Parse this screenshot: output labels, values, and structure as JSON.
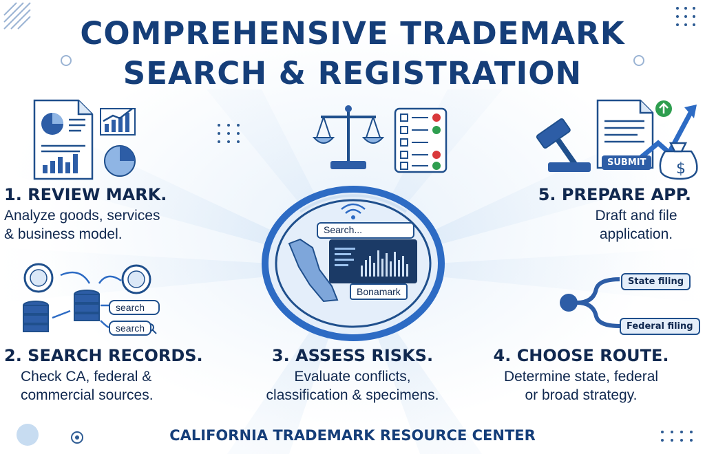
{
  "title": {
    "line1": "COMPREHENSIVE TRADEMARK",
    "line2": "SEARCH & REGISTRATION"
  },
  "steps": [
    {
      "heading": "1. REVIEW MARK.",
      "line1": "Analyze goods, services",
      "line2": "& business model."
    },
    {
      "heading": "2. SEARCH RECORDS.",
      "line1": "Check CA, federal &",
      "line2": "commercial sources."
    },
    {
      "heading": "3. ASSESS RISKS.",
      "line1": "Evaluate conflicts,",
      "line2": "classification & specimens."
    },
    {
      "heading": "4. CHOOSE ROUTE.",
      "line1": "Determine state, federal",
      "line2": "or broad strategy."
    },
    {
      "heading": "5. PREPARE APP.",
      "line1": "Draft and file",
      "line2": "application."
    }
  ],
  "illustrations": {
    "search_box_1": "search",
    "search_box_2": "search",
    "hub_search": "Search...",
    "hub_tag": "Bonamark",
    "submit_label": "SUBMIT",
    "route_state": "State filing",
    "route_federal": "Federal filing"
  },
  "footer": "CALIFORNIA TRADEMARK RESOURCE CENTER",
  "colors": {
    "navy": "#10284f",
    "title_blue": "#153e79",
    "accent_blue": "#2d6bc4",
    "light_blue": "#cfe0f3",
    "ok_green": "#2e9e4f",
    "error_red": "#d9383a"
  }
}
